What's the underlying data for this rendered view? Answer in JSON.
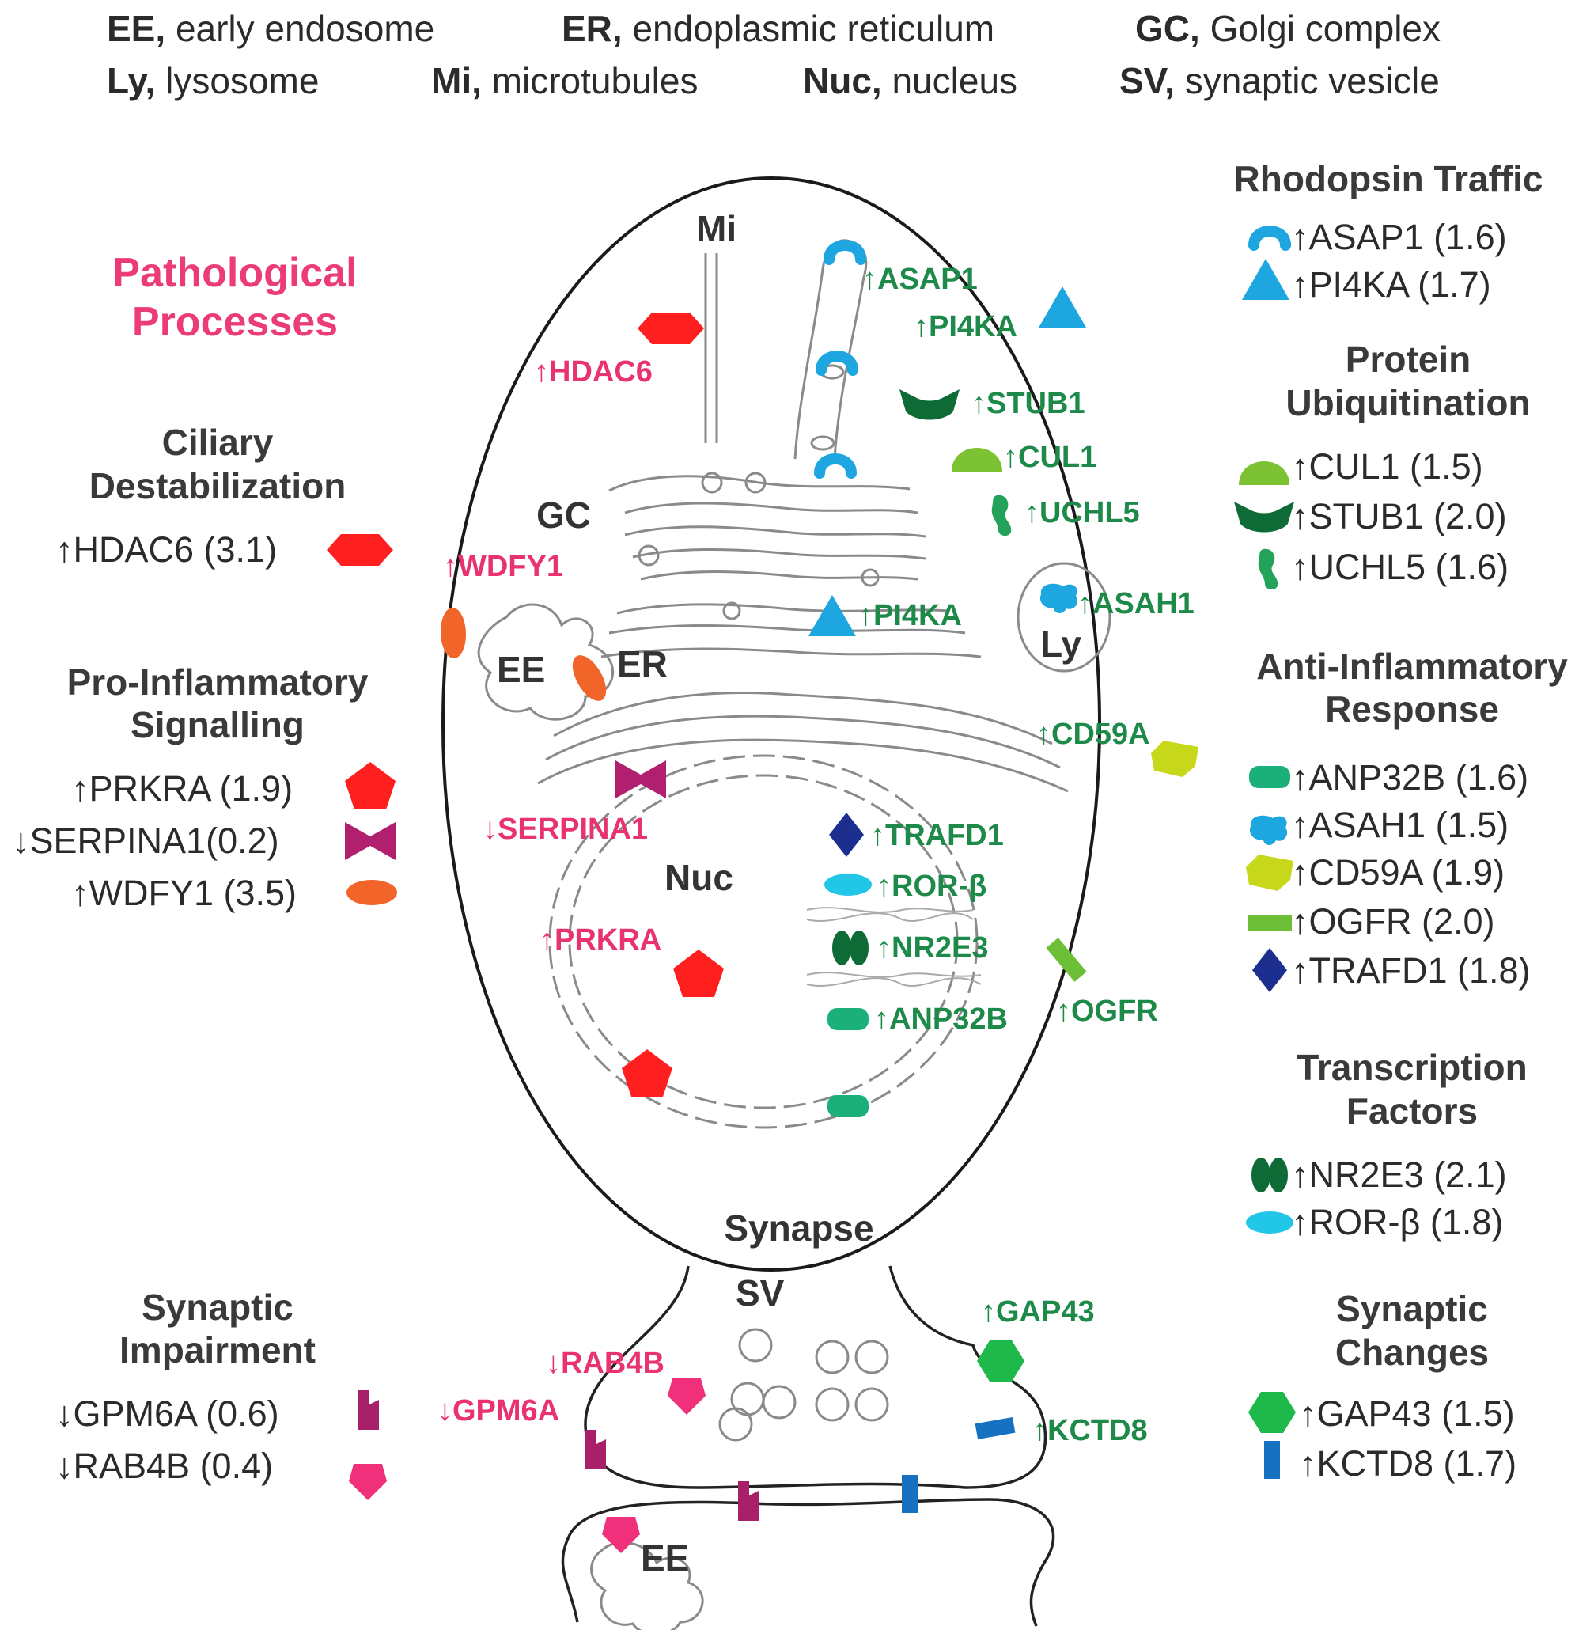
{
  "abbreviations": [
    {
      "abbr": "EE,",
      "desc": "early endosome"
    },
    {
      "abbr": "ER,",
      "desc": "endoplasmic reticulum"
    },
    {
      "abbr": "GC,",
      "desc": "Golgi complex"
    },
    {
      "abbr": "Ly,",
      "desc": "lysosome"
    },
    {
      "abbr": "Mi,",
      "desc": "microtubules"
    },
    {
      "abbr": "Nuc,",
      "desc": "nucleus"
    },
    {
      "abbr": "SV,",
      "desc": "synaptic vesicle"
    }
  ],
  "left": {
    "title_line1": "Pathological",
    "title_line2": "Processes",
    "ciliary": {
      "h1": "Ciliary",
      "h2": "Destabilization",
      "items": [
        "↑HDAC6 (3.1)"
      ]
    },
    "proinf": {
      "h1": "Pro-Inflammatory",
      "h2": "Signalling",
      "items": [
        "↑PRKRA (1.9)",
        "↓SERPINA1(0.2)",
        "↑WDFY1 (3.5)"
      ]
    },
    "synimp": {
      "h1": "Synaptic",
      "h2": "Impairment",
      "items": [
        "↓GPM6A (0.6)",
        "↓RAB4B (0.4)"
      ]
    }
  },
  "right": {
    "rhodopsin": {
      "h1": "Rhodopsin Traffic",
      "items": [
        "↑ASAP1 (1.6)",
        "↑PI4KA (1.7)"
      ]
    },
    "ubiq": {
      "h1": "Protein",
      "h2": "Ubiquitination",
      "items": [
        "↑CUL1 (1.5)",
        "↑STUB1 (2.0)",
        "↑UCHL5 (1.6)"
      ]
    },
    "antiinf": {
      "h1": "Anti-Inflammatory",
      "h2": "Response",
      "items": [
        "↑ANP32B (1.6)",
        "↑ASAH1 (1.5)",
        "↑CD59A (1.9)",
        "↑OGFR (2.0)",
        "↑TRAFD1 (1.8)"
      ]
    },
    "transcription": {
      "h1": "Transcription",
      "h2": "Factors",
      "items": [
        "↑NR2E3 (2.1)",
        "↑ROR-β (1.8)"
      ]
    },
    "synchg": {
      "h1": "Synaptic",
      "h2": "Changes",
      "items": [
        "↑GAP43 (1.5)",
        "↑KCTD8 (1.7)"
      ]
    }
  },
  "cell": {
    "organelles": {
      "mi": "Mi",
      "gc": "GC",
      "ee": "EE",
      "er": "ER",
      "ly": "Ly",
      "nuc": "Nuc"
    },
    "labels": {
      "asap1": "↑ASAP1",
      "pi4ka_top": "↑PI4KA",
      "hdac6": "↑HDAC6",
      "stub1": "↑STUB1",
      "cul1": "↑CUL1",
      "uchl5": "↑UCHL5",
      "wdfy1": "↑WDFY1",
      "pi4ka_mid": "↑PI4KA",
      "asah1": "↑ASAH1",
      "cd59a": "↑CD59A",
      "serpina1": "↓SERPINA1",
      "trafd1": "↑TRAFD1",
      "ror": "↑ROR-β",
      "prkra": "↑PRKRA",
      "nr2e3": "↑NR2E3",
      "anp32b": "↑ANP32B",
      "ogfr": "↑OGFR"
    }
  },
  "synapse": {
    "title": "Synapse",
    "sv": "SV",
    "ee": "EE",
    "labels": {
      "rab4b": "↓RAB4B",
      "gpm6a": "↓GPM6A",
      "gap43": "↑GAP43",
      "kctd8": "↑KCTD8"
    }
  },
  "colors": {
    "hdac6": "#ff1f1f",
    "prkra": "#ff1f1f",
    "serpina1": "#b0206e",
    "wdfy1": "#f2652a",
    "asap1": "#1ea6e0",
    "pi4ka": "#1ea6e0",
    "cul1": "#7cc232",
    "stub1": "#0f6b36",
    "uchl5": "#23a35a",
    "anp32b": "#1bb07a",
    "asah1": "#1ea6e0",
    "cd59a": "#c7d81a",
    "ogfr": "#6dbf38",
    "trafd1": "#1c2f8f",
    "nr2e3": "#0f6b36",
    "ror": "#22c6e6",
    "gpm6a": "#a8206a",
    "rab4b": "#f0307a",
    "gap43": "#1fb84a",
    "kctd8": "#1672c0"
  }
}
